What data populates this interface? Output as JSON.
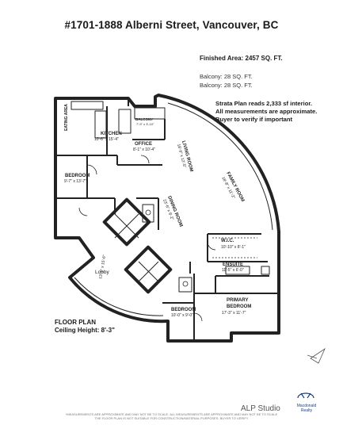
{
  "header": {
    "title": "#1701-1888 Alberni Street, Vancouver, BC"
  },
  "areas": {
    "finished": "Finished Area: 2457 SQ. FT.",
    "balcony_1": "Balcony: 28 SQ. FT.",
    "balcony_2": "Balcony: 28 SQ. FT."
  },
  "notes": [
    "Strata Plan reads 2,333 sf interior.",
    "All measurements are approximate.",
    "Buyer to verify if important"
  ],
  "floor_plan": {
    "title": "FLOOR PLAN",
    "ceiling": "Ceiling Height: 8'-3\""
  },
  "rooms": {
    "kitchen": {
      "name": "KITCHEN",
      "dims": "10'-6\" x 15'-4\""
    },
    "eating_area": {
      "name": "EATING AREA"
    },
    "balcony_a": {
      "name": "BALCONY",
      "dims": "7'-9\" x 3'-10\""
    },
    "office": {
      "name": "OFFICE",
      "dims": "8'-1\" x 10'-4\""
    },
    "living_room": {
      "name": "LIVING ROOM",
      "dims": "18'-9\" x 12'-5\""
    },
    "family_room": {
      "name": "FAMILY ROOM",
      "dims": "18'-8\" x 11'-2\""
    },
    "bedroom_1": {
      "name": "BEDROOM",
      "dims": "9'-7\" x 13'-7\""
    },
    "dining_room": {
      "name": "DINING ROOM",
      "dims": "23'-6\" x 9'-2\""
    },
    "wic": {
      "name": "W.I.C.",
      "dims": "10'-10\" x 8'-1\""
    },
    "ensuite": {
      "name": "ENSUITE",
      "dims": "11'-5\" x 6'-0\""
    },
    "lobby": {
      "name": "Lobby",
      "dims": "13'-1\" x 15'-6\""
    },
    "bedroom_2": {
      "name": "BEDROOM",
      "dims": "10'-0\" x 9'-0\""
    },
    "primary": {
      "name": "PRIMARY",
      "name2": "BEDROOM",
      "dims": "17'-3\" x 11'-7\""
    }
  },
  "footer": {
    "disclaimer_1": "*MEASUREMENTS ARE APPROXIMATE AND MAY NOT BE TO SCALE. ALL MEASUREMENTS ARE APPROXIMATE AND MAY NOT BE TO SCALE",
    "disclaimer_2": "THE FLOOR PLAN IS NOT SUITABLE FOR CONSTRUCTION/MATERIAL PURPOSES. BUYER TO VERIFY",
    "studio": "ALP Studio",
    "brand_1": "Macdonald",
    "brand_2": "Realty"
  }
}
